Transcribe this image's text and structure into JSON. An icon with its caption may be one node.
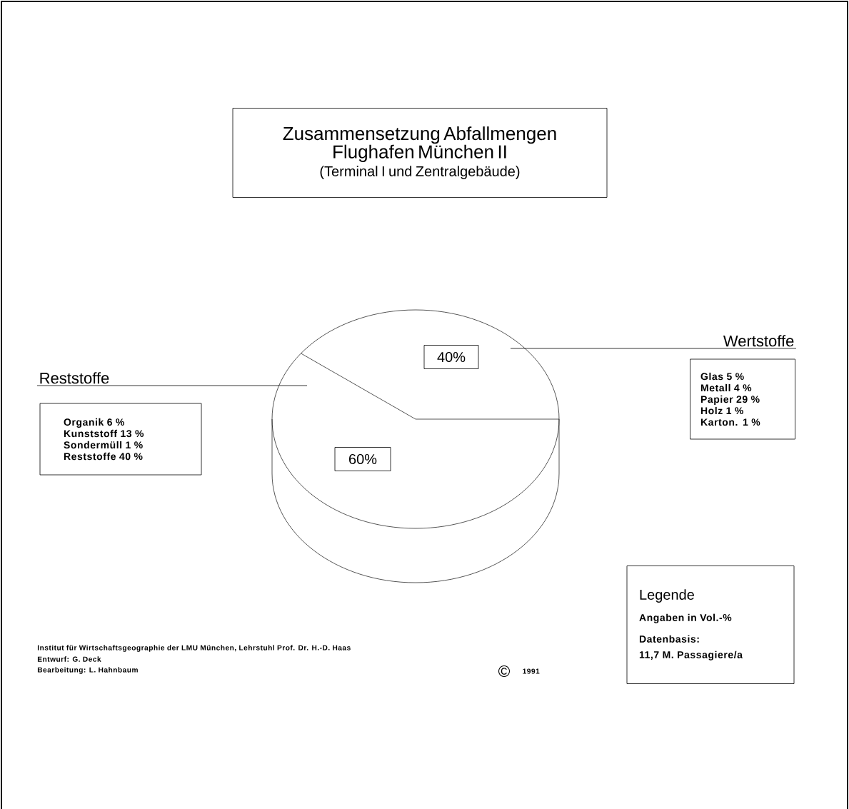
{
  "diagram": {
    "nodes": [
      {
        "text": [
          "Zusammensetzung Abfallmengen Flughafen München II",
          "(Terminal I und Zentralgebäude)"
        ]
      },
      {
        "text": [
          "Wertstoffe"
        ]
      },
      {
        "text": [
          "Glas 5 %",
          "Metall 4 %",
          "Papier 29 %",
          "Holz 1 %",
          "Karton. 1 %"
        ]
      },
      {
        "text": [
          "Reststoffe"
        ]
      },
      {
        "text": [
          "Organik 6 %",
          "Kunststoff 13 %",
          "Sondermüll 1 %",
          "Reststoffe 40 %"
        ]
      },
      {
        "text": [
          "40%"
        ]
      },
      {
        "text": [
          "60%"
        ]
      },
      {
        "text": [
          "Legende",
          "Angaben in Vol.-%",
          "Datenbasis:",
          "11,7 M. Passagiere/a"
        ]
      }
    ],
    "edges": [
      {
        "from": 1,
        "to": null,
        "arrow": "none"
      },
      {
        "from": 3,
        "to": null,
        "arrow": "none"
      }
    ],
    "labels": [
      "Institut für Wirtschaftsgeographie der LMU München, Lehrstuhl Prof. Dr. H.-D. Haas",
      "Entwurf: G. Deck",
      "Bearbeitung: L. Hahnbaum",
      "©",
      "1991"
    ]
  }
}
